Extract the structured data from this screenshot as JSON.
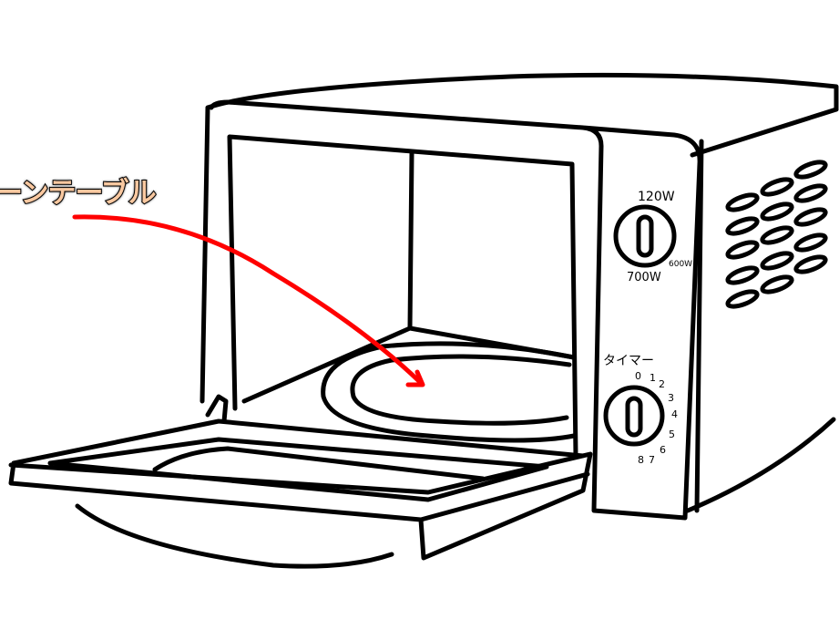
{
  "callout": {
    "label": "ーンテーブル",
    "arrow_color": "#ff0000",
    "label_color": "#f9c8a0"
  },
  "power_dial": {
    "labels": [
      "120W",
      "600W",
      "700W"
    ]
  },
  "timer_dial": {
    "title": "タイマー",
    "numbers": [
      "0",
      "1",
      "2",
      "3",
      "4",
      "5",
      "6",
      "7",
      "8"
    ]
  }
}
